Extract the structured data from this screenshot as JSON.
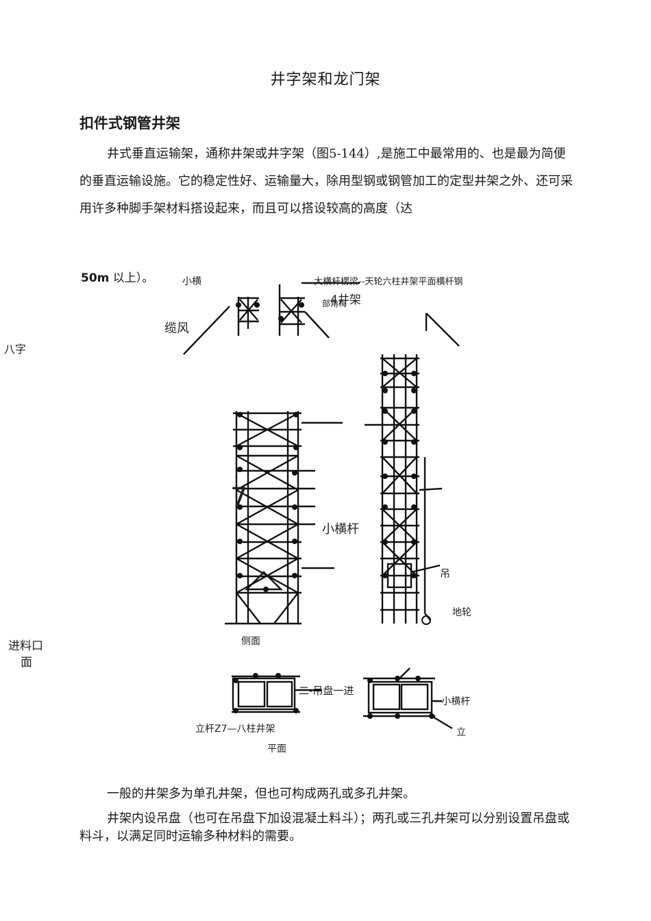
{
  "document": {
    "title": "井字架和龙门架",
    "section_heading": "扣件式钢管井架",
    "paragraph1": "井式垂直运输架，通称井架或井字架（图5-144）,是施工中最常用的、也是最为简便的垂直运输设施。它的稳定性好、运输量大，除用型钢或钢管加工的定型井架之外、还可采用许多种脚手架材料搭设起来，而且可以搭设较高的高度（达",
    "paragraph1_cont_a": "50m",
    "paragraph1_cont_b": " 以上）。",
    "paragraph2": "一般的井架多为单孔井架，但也可构成两孔或多孔井架。",
    "paragraph3": "井架内设吊盘（也可在吊盘下加设混凝土料斗）；两孔或三孔井架可以分别设置吊盘或料斗，以满足同时运输多种材料的需要。"
  },
  "figure": {
    "labels": {
      "small_bar_top": "小横",
      "top_right_text": "大横杆楞梁--天轮六柱井架平面横杆钢",
      "top_right_sub": "部角梅",
      "four_well": "4井架",
      "guy_wire": "缆风",
      "bazi": "八字",
      "seven": "7",
      "small_crossbar": "小横杆",
      "hanger": "吊",
      "ground_wheel": "地轮",
      "side_view": "侧面",
      "feed_opening": "进料口",
      "face": "面",
      "hanging_plate": "二-吊盘一进",
      "small_crossbar_2": "--小横杆",
      "upright": "立",
      "eight_column": "立杆Z7—八柱井架",
      "plan": "平面"
    }
  }
}
